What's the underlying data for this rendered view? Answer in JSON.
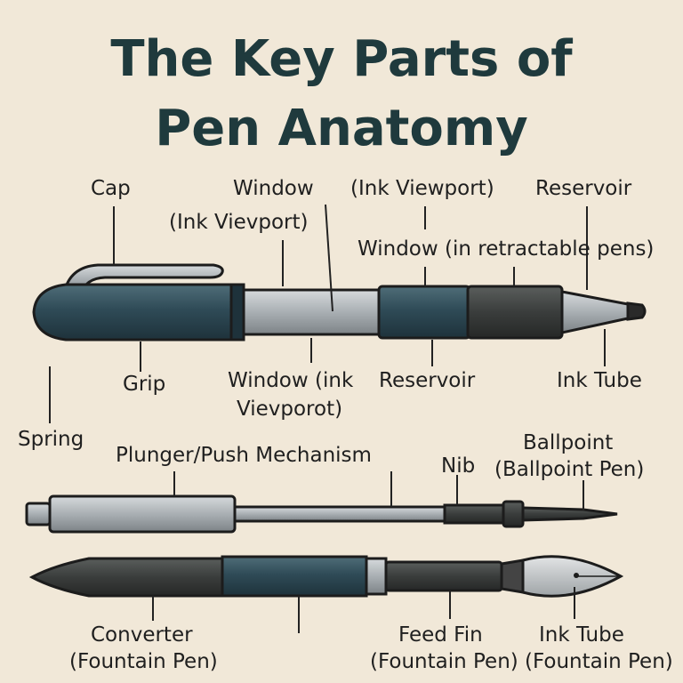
{
  "title": {
    "line1": "The Key Parts of",
    "line2": "Pen Anatomy"
  },
  "labels": {
    "cap": "Cap",
    "window_top_1": "Window",
    "window_top_2": "(Ink Vievport)",
    "ink_viewport": "(Ink Viewport)",
    "reservoir_top": "Reservoir",
    "window_retractable": "Window (in retractable pens)",
    "grip": "Grip",
    "window_bottom_1": "Window (ink",
    "window_bottom_2": "Vievporot)",
    "reservoir_bottom": "Reservoir",
    "ink_tube_top": "Ink Tube",
    "spring": "Spring",
    "plunger": "Plunger/Push Mechanism",
    "nib": "Nib",
    "ballpoint_1": "Ballpoint",
    "ballpoint_2": "(Ballpoint Pen)",
    "converter_1": "Converter",
    "converter_2": "(Fountain Pen)",
    "feed_fin_1": "Feed Fin",
    "feed_fin_2": "(Fountain Pen)",
    "ink_tube_bottom_1": "Ink Tube",
    "ink_tube_bottom_2": "(Fountain Pen)"
  },
  "colors": {
    "background": "#f1e8d8",
    "title": "#1f3a3d",
    "barrel_teal": "#2f4b57",
    "barrel_silver": "#a9afb3",
    "grip_dark": "#3a3d3c",
    "outline": "#1c1c1c"
  }
}
